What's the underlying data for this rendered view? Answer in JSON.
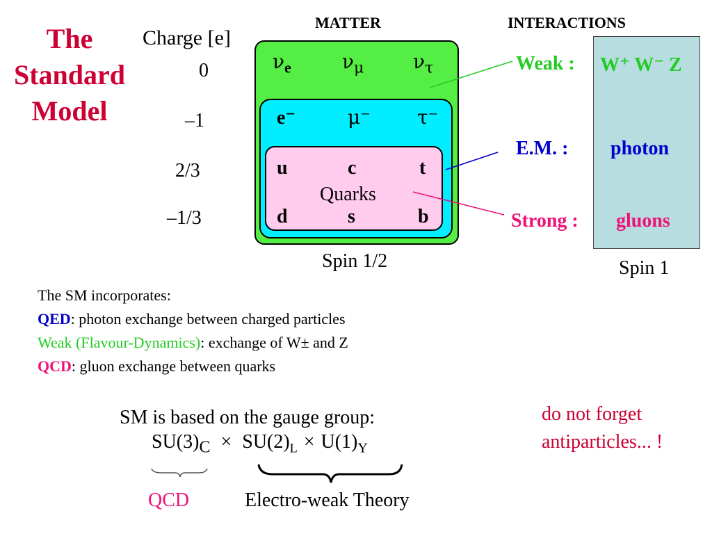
{
  "title": {
    "line1": "The",
    "line2": "Standard",
    "line3": "Model"
  },
  "charge": {
    "header": "Charge [e]",
    "values": [
      "0",
      "–1",
      "2/3",
      "–1/3"
    ]
  },
  "matter": {
    "header": "MATTER",
    "neutrinos": [
      "ν",
      "ν",
      "ν"
    ],
    "neutrino_subs": [
      "e",
      "μ",
      "τ"
    ],
    "leptons": [
      "e⁻",
      "μ⁻",
      "τ⁻"
    ],
    "up_quarks": [
      "u",
      "c",
      "t"
    ],
    "quarks_label": "Quarks",
    "down_quarks": [
      "d",
      "s",
      "b"
    ],
    "spin": "Spin 1/2"
  },
  "interactions": {
    "header": "INTERACTIONS",
    "weak": {
      "label": "Weak :",
      "bosons": "W⁺ W⁻ Z"
    },
    "em": {
      "label": "E.M. :",
      "bosons": "photon"
    },
    "strong": {
      "label": "Strong :",
      "bosons": "gluons"
    },
    "spin": "Spin 1"
  },
  "colors": {
    "title": "#cc0033",
    "weak": "#22cc22",
    "em": "#0000cc",
    "strong": "#ee1177",
    "matter_green": "#55ee44",
    "lepton_cyan": "#00eeff",
    "quark_pink": "#ffccee",
    "interaction_blue": "#b8dde0"
  },
  "incorporates": {
    "intro": "The SM incorporates:",
    "qed_term": "QED",
    "qed_text": ": photon exchange between charged particles",
    "weak_term": "Weak (Flavour-Dynamics)",
    "weak_text": ": exchange of W±  and  Z",
    "qcd_term": "QCD",
    "qcd_text": ": gluon exchange between quarks"
  },
  "gauge": {
    "heading": "SM is based on the gauge group:",
    "su3": "SU(3)",
    "su3_sub": "C",
    "times1": "×",
    "su2": "SU(2)",
    "su2_sub": "L",
    "times2": "×",
    "u1": "U(1)",
    "u1_sub": "Y",
    "qcd_label": "QCD",
    "ew_label": "Electro-weak Theory"
  },
  "note": {
    "line1": "do not forget",
    "line2": "antiparticles... !"
  }
}
